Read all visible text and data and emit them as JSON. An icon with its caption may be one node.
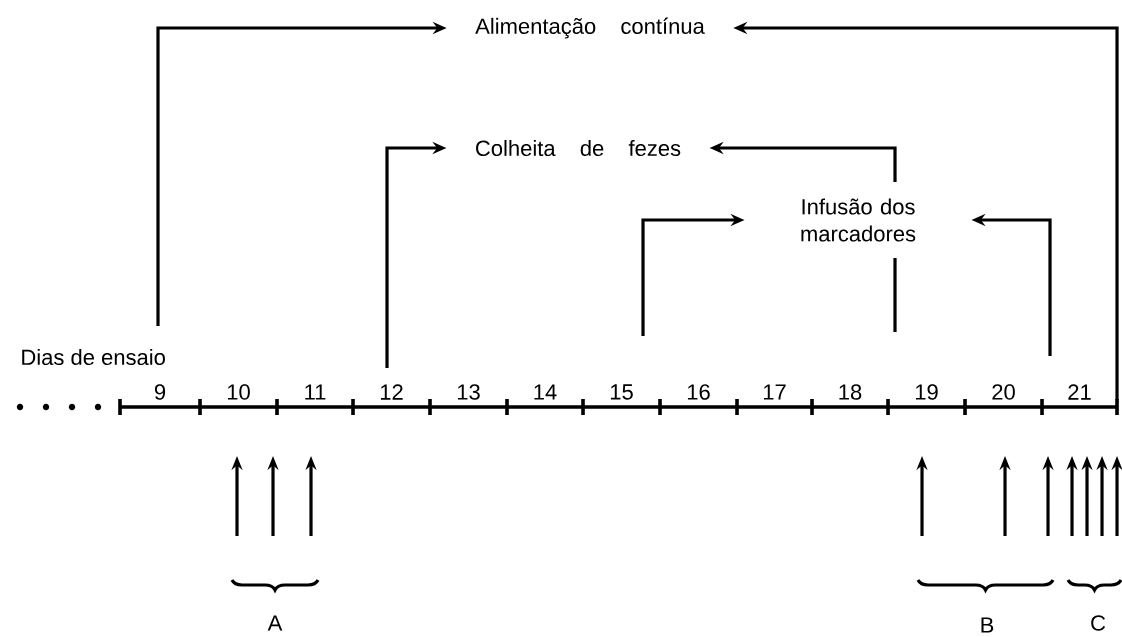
{
  "diagram": {
    "nodes": [
      {
        "text": [
          "Alimentação contínua"
        ]
      },
      {
        "text": [
          "Colheita de fezes"
        ]
      },
      {
        "text": [
          "Infusão dos marcadores"
        ]
      }
    ],
    "edges": [
      {
        "from": null,
        "to": 0,
        "arrow": "to"
      },
      {
        "from": null,
        "to": 0,
        "arrow": "to"
      },
      {
        "from": null,
        "to": 1,
        "arrow": "to"
      },
      {
        "from": null,
        "to": 1,
        "arrow": "to"
      },
      {
        "from": null,
        "to": 2,
        "arrow": "to"
      },
      {
        "from": null,
        "to": 2,
        "arrow": "to"
      }
    ],
    "labels": [
      "Dias de ensaio",
      "9",
      "10",
      "11",
      "12",
      "13",
      "14",
      "15",
      "16",
      "17",
      "18",
      "19",
      "20",
      "21",
      "A",
      "B",
      "C"
    ]
  }
}
